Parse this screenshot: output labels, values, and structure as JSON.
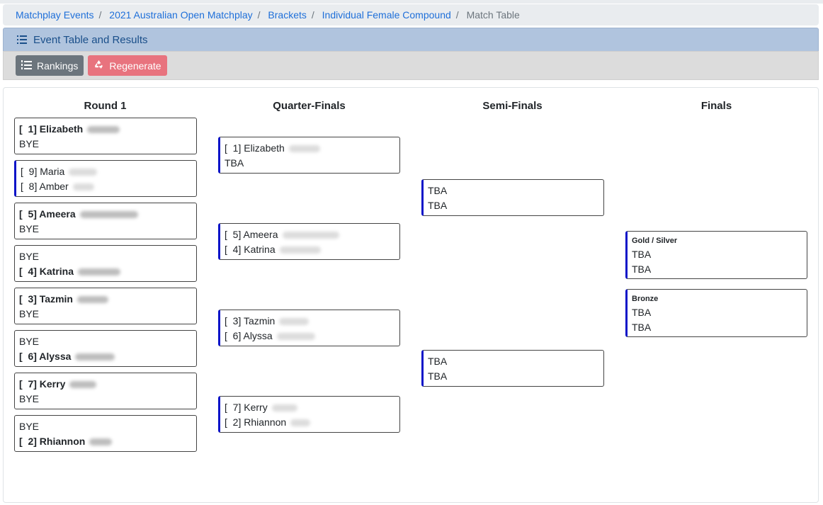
{
  "breadcrumb": {
    "items": [
      "Matchplay Events",
      "2021 Australian Open Matchplay",
      "Brackets",
      "Individual Female Compound"
    ],
    "current": "Match Table"
  },
  "panel": {
    "title": "Event Table and Results",
    "rankings_label": "Rankings",
    "regenerate_label": "Regenerate"
  },
  "rounds": {
    "r1": "Round 1",
    "qf": "Quarter-Finals",
    "sf": "Semi-Finals",
    "f": "Finals"
  },
  "round1": [
    {
      "a": {
        "seed": "[  1]",
        "name": "Elizabeth"
      },
      "b": {
        "name": "BYE"
      }
    },
    {
      "a": {
        "seed": "[  9]",
        "name": "Maria"
      },
      "b": {
        "seed": "[  8]",
        "name": "Amber"
      }
    },
    {
      "a": {
        "seed": "[  5]",
        "name": "Ameera"
      },
      "b": {
        "name": "BYE"
      }
    },
    {
      "a": {
        "name": "BYE"
      },
      "b": {
        "seed": "[  4]",
        "name": "Katrina"
      }
    },
    {
      "a": {
        "seed": "[  3]",
        "name": "Tazmin"
      },
      "b": {
        "name": "BYE"
      }
    },
    {
      "a": {
        "name": "BYE"
      },
      "b": {
        "seed": "[  6]",
        "name": "Alyssa"
      }
    },
    {
      "a": {
        "seed": "[  7]",
        "name": "Kerry"
      },
      "b": {
        "name": "BYE"
      }
    },
    {
      "a": {
        "name": "BYE"
      },
      "b": {
        "seed": "[  2]",
        "name": "Rhiannon"
      }
    }
  ],
  "quarterfinals": [
    {
      "a": {
        "seed": "[  1]",
        "name": "Elizabeth"
      },
      "b": {
        "name": "TBA"
      }
    },
    {
      "a": {
        "seed": "[  5]",
        "name": "Ameera"
      },
      "b": {
        "seed": "[  4]",
        "name": "Katrina"
      }
    },
    {
      "a": {
        "seed": "[  3]",
        "name": "Tazmin"
      },
      "b": {
        "seed": "[  6]",
        "name": "Alyssa"
      }
    },
    {
      "a": {
        "seed": "[  7]",
        "name": "Kerry"
      },
      "b": {
        "seed": "[  2]",
        "name": "Rhiannon"
      }
    }
  ],
  "semifinals": [
    {
      "a": {
        "name": "TBA"
      },
      "b": {
        "name": "TBA"
      }
    },
    {
      "a": {
        "name": "TBA"
      },
      "b": {
        "name": "TBA"
      }
    }
  ],
  "finals": [
    {
      "title": "Gold / Silver",
      "a": "TBA",
      "b": "TBA"
    },
    {
      "title": "Bronze",
      "a": "TBA",
      "b": "TBA"
    }
  ],
  "colors": {
    "accent_border": "#0b14c8",
    "header_bg": "#b0c4de",
    "link": "#1e6fd9",
    "rankings_btn": "#6c757d",
    "regenerate_btn": "#e8737e"
  },
  "icons": {
    "panel": "list-icon",
    "rankings": "list-ol-icon",
    "regenerate": "recycle-icon"
  }
}
